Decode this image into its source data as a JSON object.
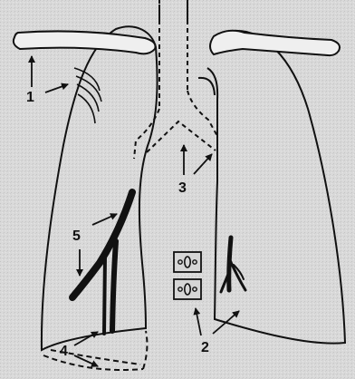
{
  "diagram": {
    "background": "#d9d9d9",
    "ink": "#111111",
    "callouts": [
      {
        "id": "1",
        "label": "1"
      },
      {
        "id": "2",
        "label": "2"
      },
      {
        "id": "3",
        "label": "3"
      },
      {
        "id": "4",
        "label": "4"
      },
      {
        "id": "5",
        "label": "5"
      }
    ]
  }
}
